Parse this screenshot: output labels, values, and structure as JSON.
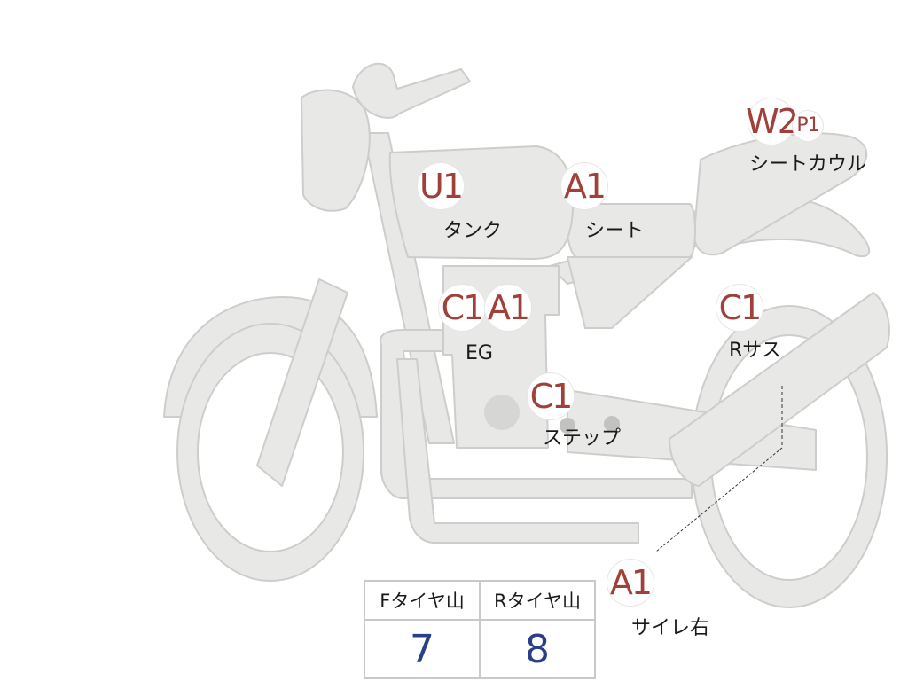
{
  "parts": [
    {
      "id": "tank",
      "grade": "U1",
      "label": "タンク"
    },
    {
      "id": "seat",
      "grade": "A1",
      "label": "シート"
    },
    {
      "id": "seat-cowl",
      "grade": "W2",
      "sub_grade": "P1",
      "label": "シートカウル"
    },
    {
      "id": "engine",
      "grades": [
        "C1",
        "A1"
      ],
      "label": "EG"
    },
    {
      "id": "step",
      "grade": "C1",
      "label": "ステップ"
    },
    {
      "id": "rear-suspension",
      "grade": "C1",
      "label": "Rサス"
    },
    {
      "id": "muffler-right",
      "grade": "A1",
      "label": "サイレ右"
    }
  ],
  "tire_table": {
    "headers": [
      "Fタイヤ山",
      "Rタイヤ山"
    ],
    "values": [
      "7",
      "8"
    ]
  },
  "colors": {
    "body_fill": "#e8e8e6",
    "body_stroke": "#c8c8c6",
    "grade_text": "#a0403a",
    "value_text": "#2b3f86"
  }
}
